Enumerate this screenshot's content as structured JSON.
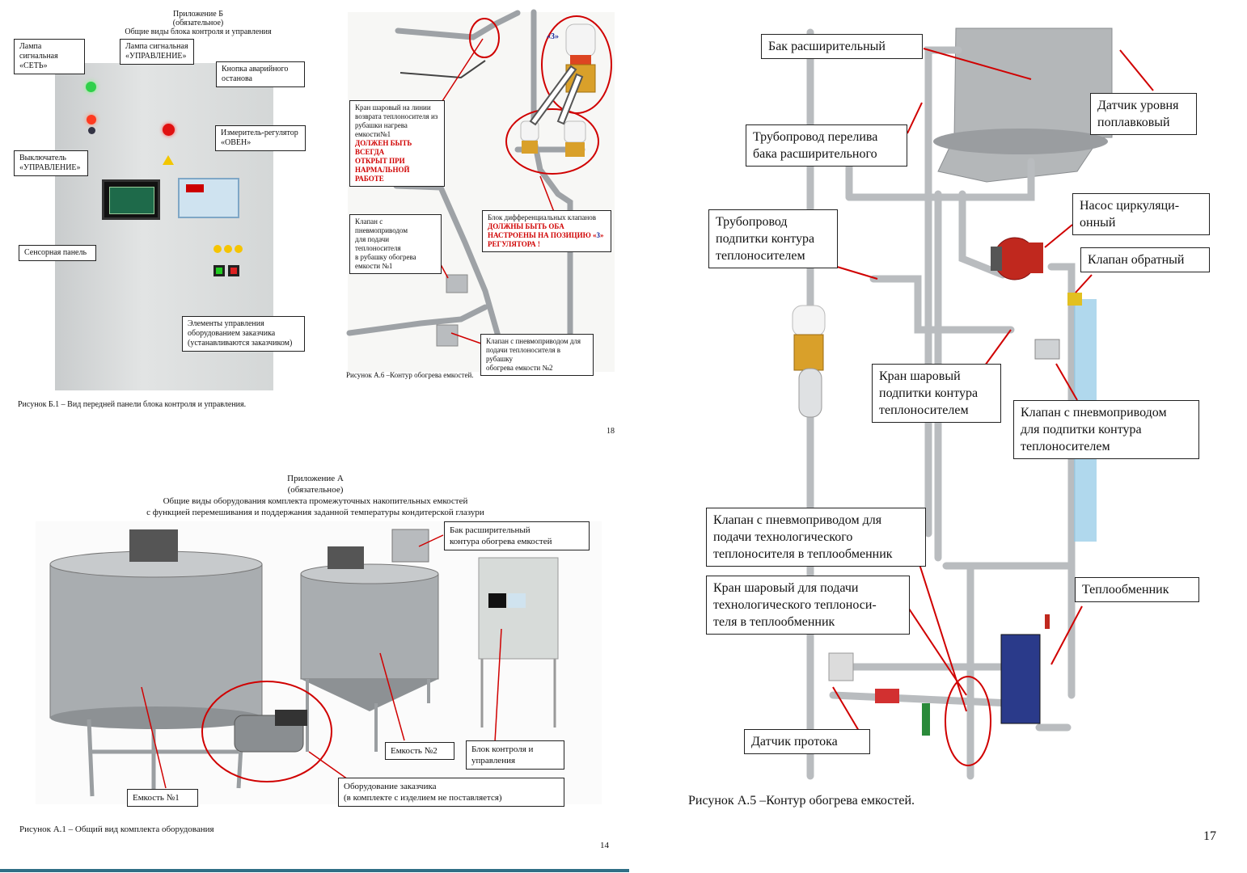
{
  "page_b": {
    "title": [
      "Приложение Б",
      "(обязательное)",
      "Общие виды блока контроля и управления"
    ],
    "labels": {
      "lamp_set": [
        "Лампа сигнальная",
        "«СЕТЬ»"
      ],
      "lamp_control": [
        "Лампа сигнальная",
        "«УПРАВЛЕНИЕ»"
      ],
      "emergency": [
        "Кнопка аварийного",
        "останова"
      ],
      "owen": [
        "Измеритель-регулятор",
        "«ОВЕН»"
      ],
      "switch": [
        "Выключатель",
        "«УПРАВЛЕНИЕ»"
      ],
      "touch": [
        "Сенсорная панель"
      ],
      "customer": [
        "Элементы управления",
        "оборудованием заказчика",
        "(устанавливаются заказчиком)"
      ]
    },
    "caption": "Рисунок Б.1 – Вид передней панели блока контроля и управления.",
    "page_number": "18"
  },
  "page_a6": {
    "marker": "«3»",
    "label_valve_return": [
      "Кран шаровый на линии",
      "возврата теплоносителя из",
      "рубашки нагрева",
      "емкости№1"
    ],
    "label_valve_return_warning": [
      "ДОЛЖЕН БЫТЬ ВСЕГДА",
      "ОТКРЫТ ПРИ",
      "НАРМАЛЬНОЙ РАБОТЕ"
    ],
    "label_diff_block": "Блок дифференциальных клапанов",
    "label_diff_warning_1": "ДОЛЖНЫ БЫТЬ ОБА",
    "label_diff_warning_2": "НАСТРОЕНЫ НА ПОЗИЦИЮ «",
    "label_diff_warning_3": "3",
    "label_diff_warning_4": "»",
    "label_diff_warning_5": "РЕГУЛЯТОРА !",
    "label_pneumo_1": [
      "Клапан с пневмоприводом",
      "для подачи теплоносителя",
      "в рубашку обогрева",
      "емкости №1"
    ],
    "label_pneumo_2": [
      "Клапан с пневмоприводом для",
      "подачи теплоносителя в рубашку",
      "обогрева емкости №2"
    ],
    "caption": "Рисунок А.6 –Контур обогрева емкостей."
  },
  "page_a1": {
    "title": [
      "Приложение А",
      "(обязательное)",
      "Общие виды оборудования комплекта промежуточных накопительных емкостей",
      "с функцией перемешивания и поддержания заданной температуры кондитерской глазури"
    ],
    "labels": {
      "expansion": [
        "Бак расширительный",
        "контура обогрева емкостей"
      ],
      "tank2": [
        "Емкость №2"
      ],
      "control": [
        "Блок контроля и",
        "управления"
      ],
      "tank1": [
        "Емкость №1"
      ],
      "customer": [
        "Оборудование заказчика",
        "(в комплекте с изделием не поставляется)"
      ]
    },
    "caption": "Рисунок А.1 – Общий вид комплекта оборудования",
    "page_number": "14"
  },
  "page_a5": {
    "labels": {
      "expansion": [
        "Бак расширительный"
      ],
      "level": [
        "Датчик уровня",
        "поплавковый"
      ],
      "overflow": [
        "Трубопровод перелива",
        "бака расширительного"
      ],
      "pump": [
        "Насос циркуляци-",
        "онный"
      ],
      "makeup_pipe": [
        "Трубопровод",
        "подпитки контура",
        "теплоносителем"
      ],
      "check_valve": [
        "Клапан обратный"
      ],
      "ball_valve": [
        "Кран шаровый",
        "подпитки контура",
        "теплоносителем"
      ],
      "pneumo_makeup": [
        "Клапан с пневмоприводом",
        "для подпитки контура",
        "теплоносителем"
      ],
      "pneumo_tech": [
        "Клапан с пневмоприводом для",
        "подачи технологического",
        "теплоносителя в теплообменник"
      ],
      "ball_tech": [
        "Кран шаровый для подачи",
        "технологического теплоноси-",
        "теля в теплообменник"
      ],
      "exchanger": [
        "Теплообменник"
      ],
      "flow": [
        "Датчик протока"
      ]
    },
    "caption": "Рисунок А.5 –Контур обогрева емкостей.",
    "page_number": "17"
  },
  "colors": {
    "arrow": "#d00000",
    "panel": "#d9dcdc",
    "steel": "#b9bcbf",
    "pump": "#c0281e",
    "exchanger": "#2a3a8a"
  }
}
